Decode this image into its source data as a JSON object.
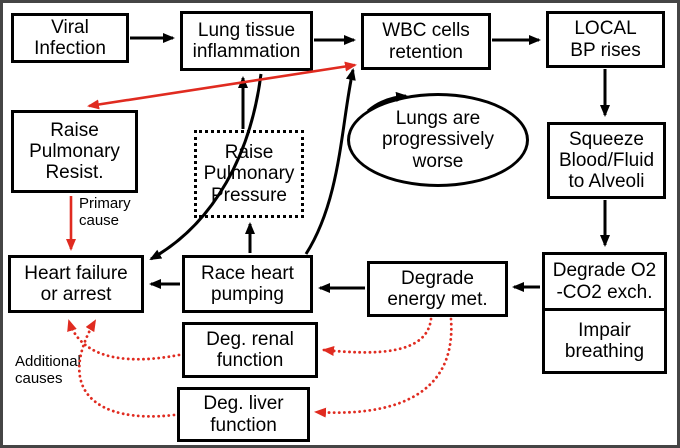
{
  "diagram": {
    "title_hint": "viral-infection-pathophysiology-flowchart",
    "colors": {
      "arrow_black": "#000000",
      "arrow_red": "#e02b20",
      "box_border": "#000000",
      "background": "#ffffff",
      "frame": "#454545"
    },
    "nodes": {
      "viral": {
        "label": "Viral\nInfection"
      },
      "lung": {
        "label": "Lung tissue\ninflammation"
      },
      "wbc": {
        "label": "WBC cells\nretention"
      },
      "local_bp": {
        "label": "LOCAL\nBP rises"
      },
      "resist": {
        "label": "Raise\nPulmonary\nResist."
      },
      "pressure": {
        "label": "Raise\nPulmonary\nPressure"
      },
      "squeeze": {
        "label": "Squeeze\nBlood/Fluid\nto Alveoli"
      },
      "heart": {
        "label": "Heart failure\nor arrest"
      },
      "race": {
        "label": "Race heart\npumping"
      },
      "energy": {
        "label": "Degrade\nenergy met."
      },
      "o2": {
        "label": "Degrade O2\n-CO2 exch."
      },
      "impair": {
        "label": "Impair\nbreathing"
      },
      "renal": {
        "label": "Deg. renal\nfunction"
      },
      "liver": {
        "label": "Deg. liver\nfunction"
      },
      "lungs_worse": {
        "label": "Lungs are\nprogressively\nworse"
      }
    },
    "annotations": {
      "primary_cause": "Primary\ncause",
      "additional_causes": "Additional\ncauses"
    },
    "edges": [
      {
        "id": "viral-to-lung",
        "from": "viral",
        "to": "lung",
        "color": "black",
        "style": "solid"
      },
      {
        "id": "lung-to-wbc",
        "from": "lung",
        "to": "wbc",
        "color": "black",
        "style": "solid"
      },
      {
        "id": "wbc-to-local",
        "from": "wbc",
        "to": "local_bp",
        "color": "black",
        "style": "solid"
      },
      {
        "id": "local-to-squeeze",
        "from": "local_bp",
        "to": "squeeze",
        "color": "black",
        "style": "solid"
      },
      {
        "id": "squeeze-to-o2",
        "from": "squeeze",
        "to": "o2",
        "color": "black",
        "style": "solid"
      },
      {
        "id": "o2-to-energy",
        "from": "o2",
        "to": "energy",
        "color": "black",
        "style": "solid"
      },
      {
        "id": "energy-to-race",
        "from": "energy",
        "to": "race",
        "color": "black",
        "style": "solid"
      },
      {
        "id": "race-to-heart",
        "from": "race",
        "to": "heart",
        "color": "black",
        "style": "solid"
      },
      {
        "id": "pressure-to-lung",
        "from": "pressure",
        "to": "lung",
        "color": "black",
        "style": "solid"
      },
      {
        "id": "race-to-pressure",
        "from": "race",
        "to": "pressure",
        "color": "black",
        "style": "solid"
      },
      {
        "id": "race-to-wbc",
        "from": "race",
        "to": "wbc",
        "color": "black",
        "style": "solid-curved"
      },
      {
        "id": "lung-to-heart",
        "from": "lung",
        "to": "heart",
        "color": "black",
        "style": "solid-curved"
      },
      {
        "id": "wbc-to-resist",
        "from": "wbc",
        "to": "resist",
        "color": "red",
        "style": "solid-double-headed"
      },
      {
        "id": "resist-to-heart",
        "from": "resist",
        "to": "heart",
        "color": "red",
        "style": "solid",
        "label": "Primary cause"
      },
      {
        "id": "energy-to-renal",
        "from": "energy",
        "to": "renal",
        "color": "red",
        "style": "dotted"
      },
      {
        "id": "energy-to-liver",
        "from": "energy",
        "to": "liver",
        "color": "red",
        "style": "dotted"
      },
      {
        "id": "renal-to-heart",
        "from": "renal",
        "to": "heart",
        "color": "red",
        "style": "dotted"
      },
      {
        "id": "liver-to-heart",
        "from": "liver",
        "to": "heart",
        "color": "red",
        "style": "dotted"
      },
      {
        "id": "lungs-worse-loop",
        "from": "lungs_worse",
        "to": "lungs_worse",
        "color": "black",
        "style": "ellipse-loop"
      }
    ]
  }
}
